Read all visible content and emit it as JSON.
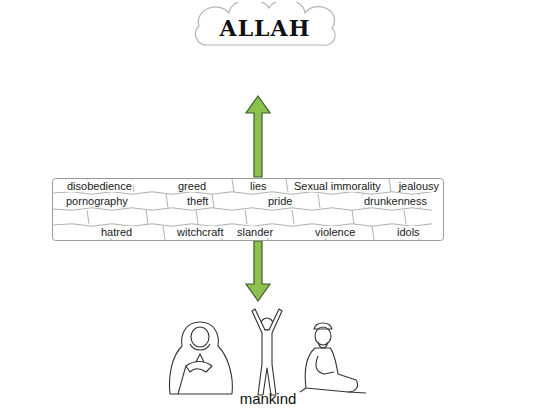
{
  "diagram": {
    "nodes": [
      {
        "text": [
          "ALLAH"
        ]
      },
      {
        "text": [
          "disobedience",
          "greed",
          "lies",
          "Sexual immorality",
          "jealousy",
          "pornography",
          "theft",
          "pride",
          "drunkenness",
          "hatred",
          "witchcraft",
          "slander",
          "violence",
          "idols"
        ]
      }
    ],
    "labels": [
      "mankind"
    ]
  }
}
